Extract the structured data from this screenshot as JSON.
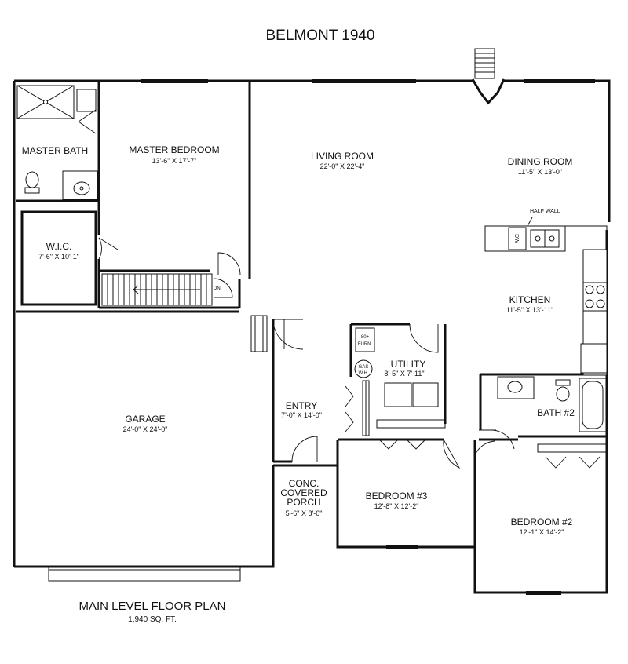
{
  "title": "BELMONT 1940",
  "rooms": {
    "master_bath": {
      "name": "MASTER BATH"
    },
    "master_bedroom": {
      "name": "MASTER BEDROOM",
      "dims": "13'-6\" X 17'-7\""
    },
    "living_room": {
      "name": "LIVING ROOM",
      "dims": "22'-0\" X 22'-4\""
    },
    "dining_room": {
      "name": "DINING ROOM",
      "dims": "11'-5\" X 13'-0\""
    },
    "wic": {
      "name": "W.I.C.",
      "dims": "7'-6\" X 10'-1\""
    },
    "kitchen": {
      "name": "KITCHEN",
      "dims": "11'-5\" X 13'-11\""
    },
    "utility": {
      "name": "UTILITY",
      "dims": "8'-5\" X 7'-11\""
    },
    "garage": {
      "name": "GARAGE",
      "dims": "24'-0\" X 24'-0\""
    },
    "entry": {
      "name": "ENTRY",
      "dims": "7'-0\" X 14'-0\""
    },
    "bath2": {
      "name": "BATH #2"
    },
    "porch": {
      "line1": "CONC.",
      "line2": "COVERED",
      "line3": "PORCH",
      "dims": "5'-6\" X 8'-0\""
    },
    "bedroom3": {
      "name": "BEDROOM #3",
      "dims": "12'-8\" X 12'-2\""
    },
    "bedroom2": {
      "name": "BEDROOM #2",
      "dims": "12'-1\" X 14'-2\""
    }
  },
  "notes": {
    "half_wall": "HALF WALL",
    "stair_down": "DN.",
    "dishwasher": "DW",
    "furnace_line1": "80+",
    "furnace_line2": "FURN.",
    "water_heater_line1": "GAS",
    "water_heater_line2": "W.H."
  },
  "footer": {
    "plan_label": "MAIN LEVEL FLOOR PLAN",
    "area": "1,940 SQ. FT."
  }
}
